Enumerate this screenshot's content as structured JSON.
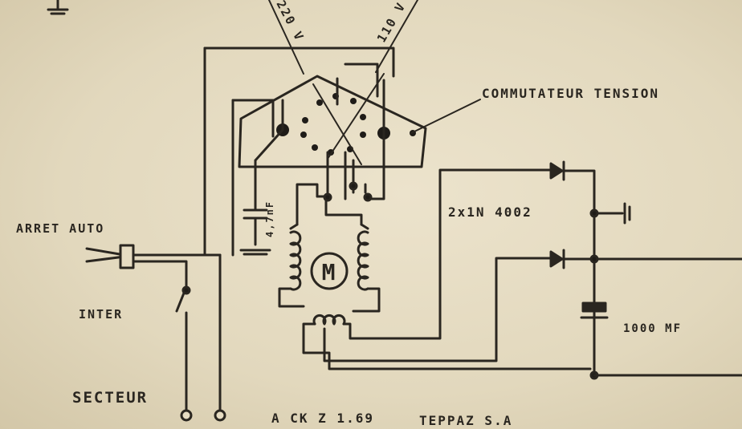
{
  "labels": {
    "v220": "220 V",
    "v110": "110 V",
    "commutateur": "COMMUTATEUR TENSION",
    "diodes": "2x1N 4002",
    "arret": "ARRET AUTO",
    "inter": "INTER",
    "motor": "M",
    "capacitor": "4,7nF",
    "electrolytic": "1000 MF",
    "secteur": "SECTEUR",
    "ref": "A CK Z 1.69",
    "maker": "TEPPAZ S.A"
  },
  "colors": {
    "paper": "#e6dcc2",
    "ink": "#2a2620"
  }
}
